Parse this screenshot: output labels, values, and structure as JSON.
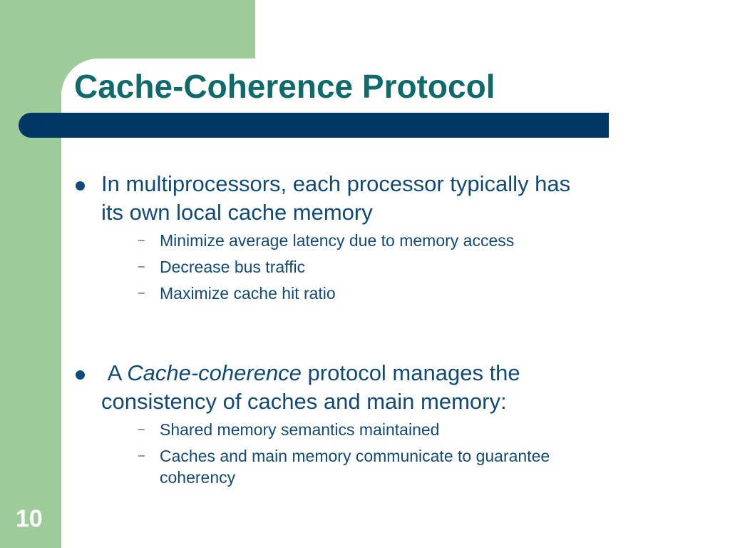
{
  "slide": {
    "title": "Cache-Coherence Protocol",
    "page_number": "10",
    "bullets": [
      {
        "text": "In multiprocessors, each processor typically has its own local cache memory",
        "sub": [
          "Minimize average latency due to memory access",
          "Decrease bus traffic",
          "Maximize cache hit ratio"
        ]
      },
      {
        "prefix": "A ",
        "emphasis": "Cache-coherence",
        "suffix": " protocol manages the consistency of caches and main memory:",
        "sub": [
          "Shared memory semantics maintained",
          "Caches and main memory communicate to guarantee coherency"
        ]
      }
    ]
  },
  "colors": {
    "green_band": "#9dcc9a",
    "title_text": "#0f6b6b",
    "title_bar": "#003764",
    "body_text": "#0f4a78"
  }
}
